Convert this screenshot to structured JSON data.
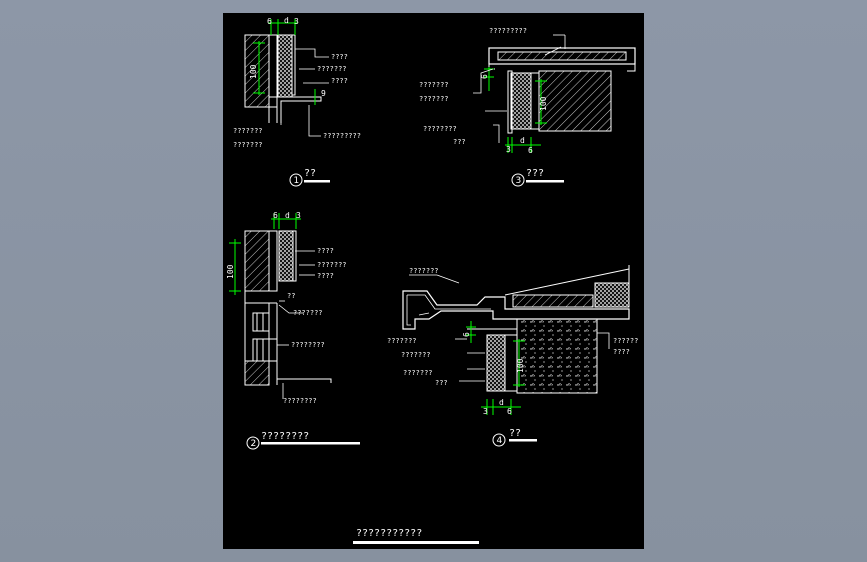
{
  "colors": {
    "background": "#8b95a5",
    "sheet": "#000000",
    "line": "#ffffff",
    "dimension": "#00ff00"
  },
  "drawing": {
    "title": "???????????"
  },
  "details": [
    {
      "number": "1",
      "caption": "??",
      "dims": {
        "top_a": "6",
        "top_b": "d",
        "top_c": "3",
        "height": "100",
        "side": "9"
      },
      "labels": [
        "????",
        "???????",
        "????",
        "?????????",
        "???????",
        "???????"
      ]
    },
    {
      "number": "2",
      "caption": "????????",
      "dims": {
        "top_a": "6",
        "top_b": "d",
        "top_c": "3",
        "height": "100"
      },
      "labels": [
        "????",
        "???????",
        "????",
        "??",
        "???????",
        "????????",
        "????????"
      ]
    },
    {
      "number": "3",
      "caption": "???",
      "dims": {
        "bottom_a": "3",
        "bottom_b": "d",
        "bottom_c": "6",
        "height": "100",
        "side": "6"
      },
      "labels": [
        "?????????",
        "???????",
        "???????",
        "????????",
        "???"
      ]
    },
    {
      "number": "4",
      "caption": "??",
      "dims": {
        "bottom_a": "3",
        "bottom_b": "d",
        "bottom_c": "6",
        "height": "100",
        "side": "6"
      },
      "labels": [
        "???????",
        "???????",
        "???????",
        "???????",
        "???",
        "??????",
        "????"
      ]
    }
  ]
}
